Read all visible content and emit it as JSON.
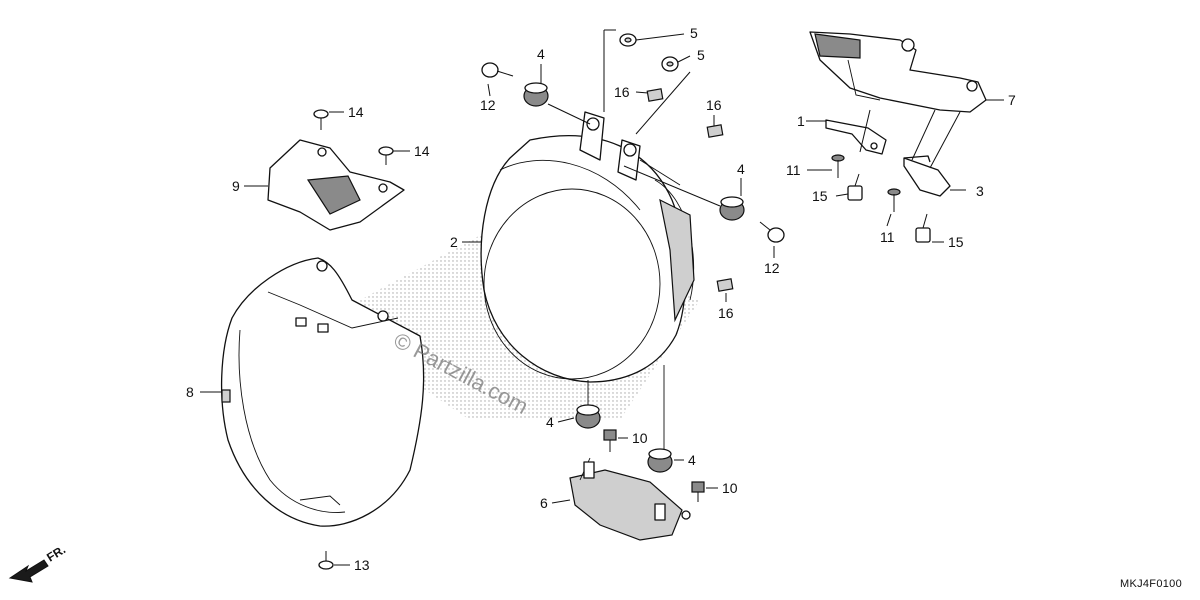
{
  "callouts": {
    "c1": "1",
    "c2": "2",
    "c3": "3",
    "c4a": "4",
    "c4b": "4",
    "c4c": "4",
    "c4d": "4",
    "c5a": "5",
    "c5b": "5",
    "c6": "6",
    "c7": "7",
    "c8": "8",
    "c9": "9",
    "c10a": "10",
    "c10b": "10",
    "c11a": "11",
    "c11b": "11",
    "c12a": "12",
    "c12b": "12",
    "c13": "13",
    "c14a": "14",
    "c14b": "14",
    "c15a": "15",
    "c15b": "15",
    "c16a": "16",
    "c16b": "16",
    "c16c": "16"
  },
  "watermark": "© Partzilla.com",
  "direction_label": "FR.",
  "reference_code": "MKJ4F0100"
}
